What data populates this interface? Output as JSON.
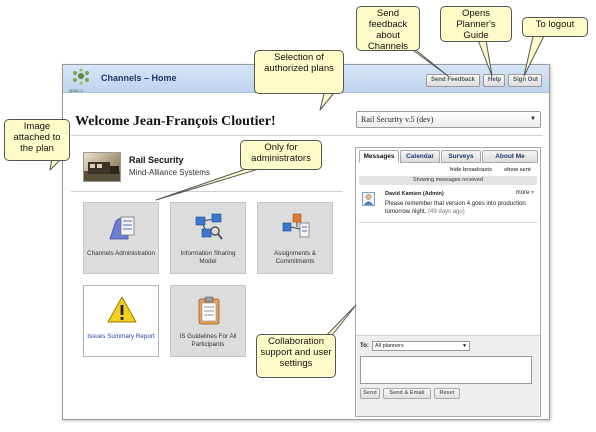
{
  "header": {
    "logo_text": "MIND-C",
    "title": "Channels – Home",
    "buttons": {
      "send_feedback": "Send Feedback",
      "help": "Help",
      "sign_out": "Sign Out"
    }
  },
  "welcome": "Welcome Jean-François Cloutier!",
  "plan_selector": {
    "value": "Rail Security v.5 (dev)"
  },
  "plan": {
    "name": "Rail Security",
    "owner": "Mind-Alliance Systems"
  },
  "tiles": [
    {
      "label": "Channels Administration",
      "icon": "channels-admin-icon"
    },
    {
      "label": "Information Sharing Model",
      "icon": "info-sharing-model-icon"
    },
    {
      "label": "Assignments & Commitments",
      "icon": "assignments-icon"
    },
    {
      "label": "Issues Summary Report",
      "icon": "warning-icon"
    },
    {
      "label": "IS Guidelines For All Participants",
      "icon": "clipboard-icon"
    }
  ],
  "panel": {
    "tabs": [
      "Messages",
      "Calendar",
      "Surveys",
      "About Me"
    ],
    "hide_broadcasts": "hide broadcasts",
    "show_sent": "show sent",
    "showing_label": "Showing messages received",
    "message": {
      "from": "David Kamien (Admin)",
      "more": "more ▿",
      "body": "Please remember that version 4 goes into production tomorrow night.",
      "age": "(49 days ago)"
    },
    "compose": {
      "to_label": "To:",
      "to_value": "All planners",
      "send": "Send",
      "send_email": "Send & Email",
      "reset": "Reset"
    }
  },
  "callouts": {
    "feedback": "Send feedback about Channels",
    "guide": "Opens Planner's Guide",
    "logout": "To logout",
    "plans": "Selection of authorized plans",
    "image": "Image attached to the plan",
    "admin": "Only for administrators",
    "collab": "Collaboration support and user settings"
  },
  "colors": {
    "header": "#c9dbf3",
    "callout": "#fffbc9",
    "link": "#2244aa"
  }
}
